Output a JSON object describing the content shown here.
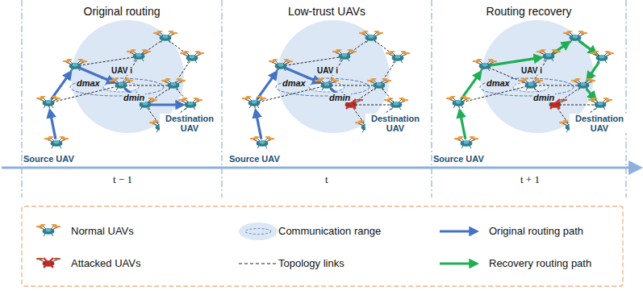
{
  "diagram": {
    "nodes": [
      {
        "text": [
          "Original routing"
        ]
      },
      {
        "text": [
          "Low-trust UAVs"
        ]
      },
      {
        "text": [
          "Routing recovery"
        ]
      }
    ],
    "labels": [
      "UAV i",
      "dmax",
      "dmin",
      "Source UAV",
      "Destination UAV",
      "UAV i",
      "dmax",
      "dmin",
      "Source UAV",
      "Destination UAV",
      "UAV i",
      "dmax",
      "dmin",
      "Source UAV",
      "Destination UAV",
      "t − 1",
      "t",
      "t + 1"
    ],
    "legend": [
      {
        "text": "Normal UAVs"
      },
      {
        "text": "Communication range",
        "color": "#dce7f5"
      },
      {
        "text": "Original routing path"
      },
      {
        "text": "Attacked UAVs"
      },
      {
        "text": "Topology links"
      },
      {
        "text": "Recovery routing path"
      }
    ]
  }
}
